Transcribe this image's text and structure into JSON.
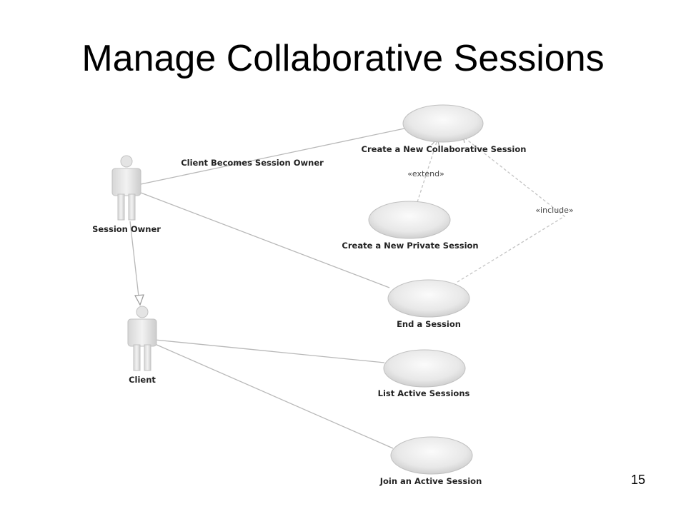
{
  "title": "Manage Collaborative Sessions",
  "page_number": "15",
  "actors": {
    "session_owner": "Session Owner",
    "client": "Client"
  },
  "use_cases": {
    "create_collab": "Create a New Collaborative Session",
    "create_private": "Create a New Private Session",
    "end_session": "End a Session",
    "list_active": "List Active Sessions",
    "join_active": "Join an Active Session"
  },
  "relationships": {
    "association_label": "Client Becomes Session Owner",
    "extend": "«extend»",
    "include": "«include»"
  },
  "colors": {
    "line": "#b8b8b8",
    "dashed_line": "#c4c4c4",
    "use_case_fill": "#e6e6e6",
    "actor_fill": "#e2e2e2"
  }
}
